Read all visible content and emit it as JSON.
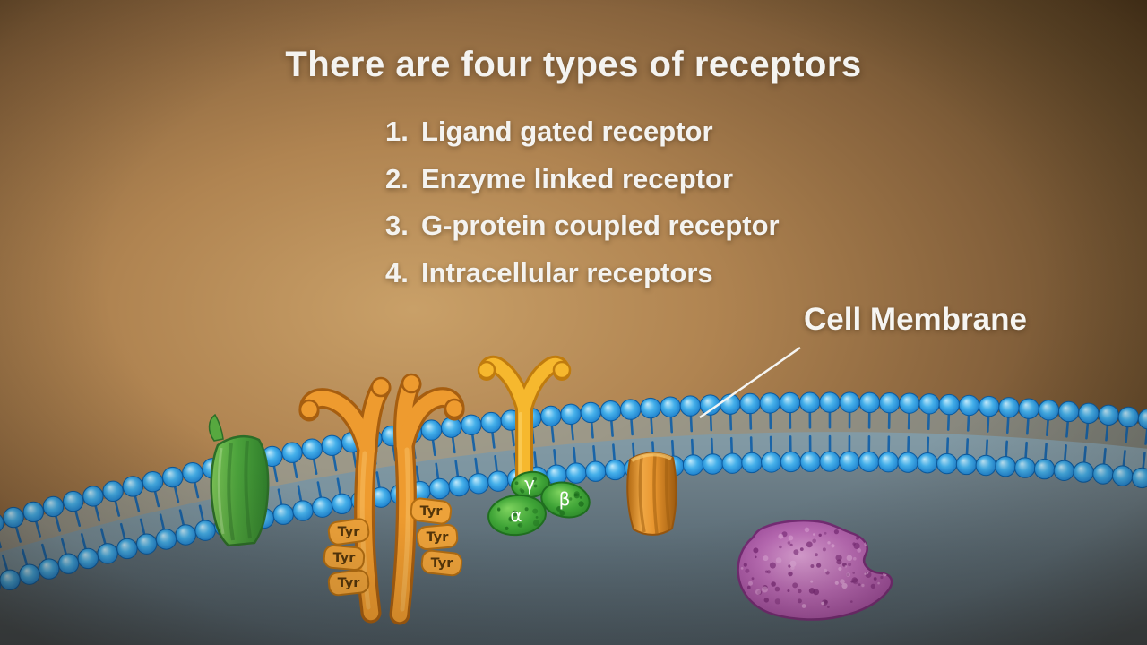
{
  "title": "There are four types of receptors",
  "receptor_list": [
    {
      "number": "1.",
      "label": "Ligand gated receptor"
    },
    {
      "number": "2.",
      "label": "Enzyme linked receptor"
    },
    {
      "number": "3.",
      "label": "G-protein coupled receptor"
    },
    {
      "number": "4.",
      "label": "Intracellular receptors"
    }
  ],
  "membrane_label": "Cell Membrane",
  "g_protein_subunits": {
    "alpha": "α",
    "beta": "β",
    "gamma": "γ"
  },
  "tyr_labels": [
    "Tyr",
    "Tyr",
    "Tyr",
    "Tyr",
    "Tyr",
    "Tyr"
  ],
  "colors": {
    "lipid_head": "#2f9ce0",
    "lipid_head_dark": "#0b5a9e",
    "lipid_tail": "#0f5fa8",
    "membrane_core": "#8aa7b5",
    "receptor_orange": "#ee9b2f",
    "receptor_orange_dark": "#a65e10",
    "gpcr_yellow": "#f6b82e",
    "channel_green": "#4caf3f",
    "g_protein_green": "#3aa838",
    "intracellular_purple": "#b05fae",
    "label_white": "#f5f5f3"
  }
}
